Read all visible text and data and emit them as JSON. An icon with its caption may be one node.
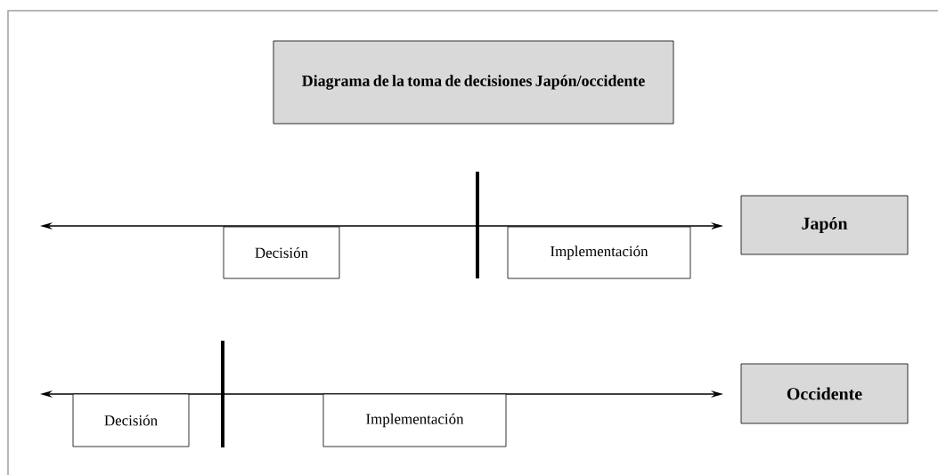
{
  "diagram": {
    "nodes": [
      {
        "text": [
          "Diagrama de la toma de decisiones Japón/occidente"
        ]
      },
      {
        "text": [
          "Decisión"
        ]
      },
      {
        "text": [
          "Implementación"
        ]
      },
      {
        "text": [
          "Japón"
        ]
      },
      {
        "text": [
          "Decisión"
        ]
      },
      {
        "text": [
          "Implementación"
        ]
      },
      {
        "text": [
          "Occidente"
        ]
      }
    ]
  }
}
